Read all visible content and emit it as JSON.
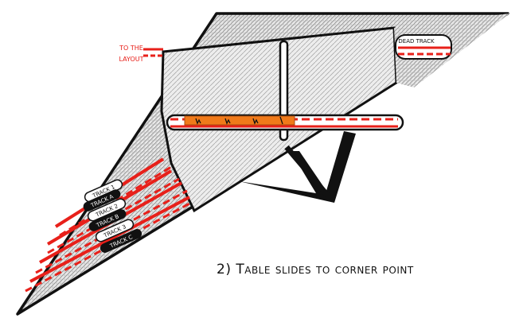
{
  "diagram": {
    "caption": "2) Table slides to corner point",
    "labels": {
      "to_the_layout_line1": "TO THE",
      "to_the_layout_line2": "LAYOUT",
      "dead_track": "DEAD TRACK"
    },
    "tracks": [
      {
        "label": "TRACK 1",
        "style": "white"
      },
      {
        "label": "TRACK A",
        "style": "black"
      },
      {
        "label": "TRACK 2",
        "style": "white"
      },
      {
        "label": "TRACK B",
        "style": "black"
      },
      {
        "label": "TRACK 3",
        "style": "white"
      },
      {
        "label": "TRACK C",
        "style": "black"
      }
    ],
    "colors": {
      "rail": "#e8201a",
      "outline": "#111111",
      "hatch_fill": "#d8d8d8",
      "loco": "#f07a1a"
    }
  }
}
